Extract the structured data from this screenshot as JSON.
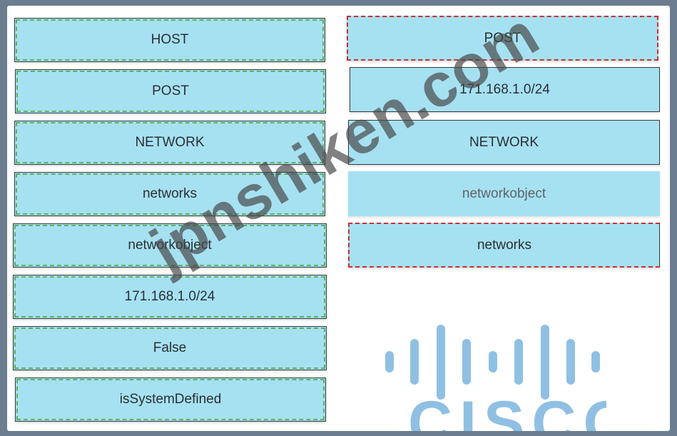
{
  "source_items": [
    {
      "label": "HOST",
      "style": "green"
    },
    {
      "label": "POST",
      "style": "green"
    },
    {
      "label": "NETWORK",
      "style": "green"
    },
    {
      "label": "networks",
      "style": "green"
    },
    {
      "label": "networkobject",
      "style": "green"
    },
    {
      "label": "171.168.1.0/24",
      "style": "green"
    },
    {
      "label": "False",
      "style": "green"
    },
    {
      "label": "isSystemDefined",
      "style": "green"
    }
  ],
  "target_slots": [
    {
      "label": "POST",
      "style": "red"
    },
    {
      "label": "171.168.1.0/24",
      "style": "plain"
    },
    {
      "label": "NETWORK",
      "style": "plain"
    },
    {
      "label": "networkobject",
      "style": "plain"
    },
    {
      "label": "networks",
      "style": "red"
    }
  ],
  "watermark": {
    "text": "jpnshiken.com"
  },
  "logo": {
    "text": "CISCO",
    "color": "#8fc0e3"
  },
  "colors": {
    "tile_bg": "#a6e1f2",
    "green_dash": "#5fae5f",
    "red_dash": "#c8312f",
    "page_bg": "#6b7d8f"
  }
}
